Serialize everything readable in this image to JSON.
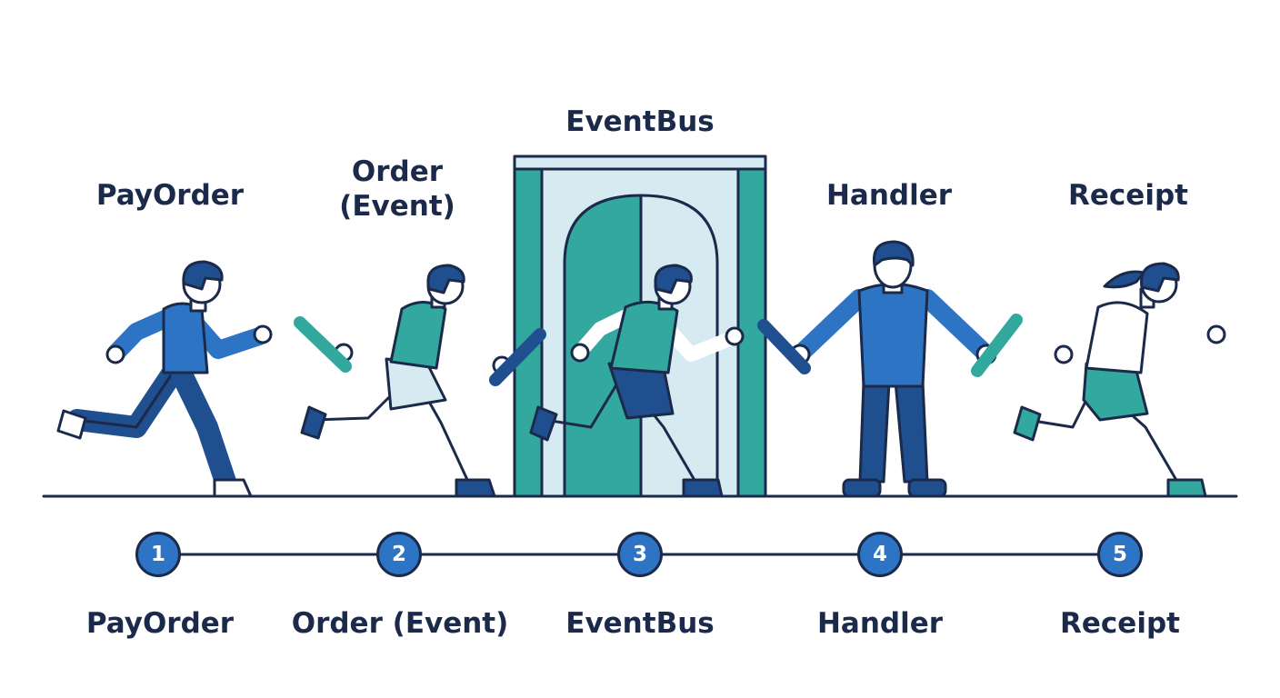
{
  "gate_title": "EventBus",
  "stages": [
    {
      "number": "1",
      "top_label": "PayOrder",
      "bottom_label": "PayOrder"
    },
    {
      "number": "2",
      "top_label": "Order\n(Event)",
      "bottom_label": "Order (Event)"
    },
    {
      "number": "3",
      "top_label": "",
      "bottom_label": "EventBus"
    },
    {
      "number": "4",
      "top_label": "Handler",
      "bottom_label": "Handler"
    },
    {
      "number": "5",
      "top_label": "Receipt",
      "bottom_label": "Receipt"
    }
  ],
  "colors": {
    "outline": "#1b2a4a",
    "blue": "#2d74c4",
    "navy": "#1f4f8f",
    "teal": "#33a89e",
    "teal_dark": "#1f8a80",
    "light_blue": "#d6eaf2"
  }
}
